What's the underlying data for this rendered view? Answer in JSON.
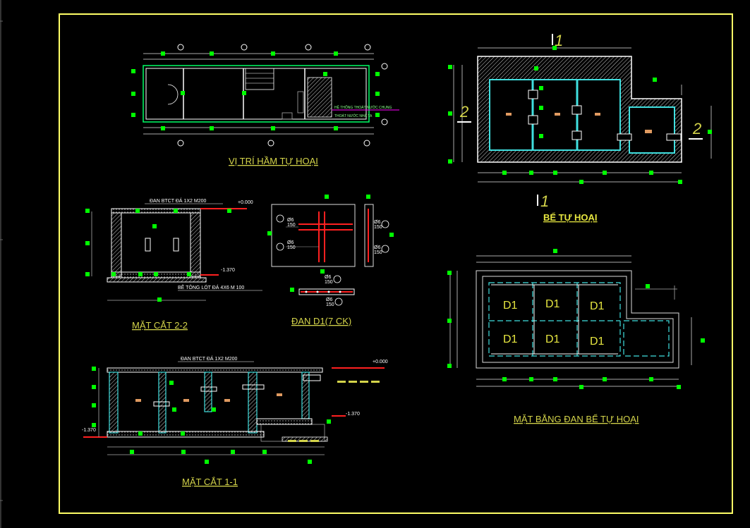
{
  "drawing": {
    "labels": {
      "vi_tri": "VỊ TRÍ HẦM TỰ HOẠI",
      "be_tu_hoai": "BỂ TỰ HOẠI",
      "mat_cat_22": "MẶT CẮT 2-2",
      "dan_d1": "ĐAN D1(7 CK)",
      "mat_cat_11": "MẶT CẮT 1-1",
      "mat_bang": "MẶT BẰNG ĐAN BỂ TỰ HOẠI"
    },
    "notes": {
      "dan_btct_top": "ĐAN BTCT ĐÁ 1X2 M200",
      "be_tong_lot": "BÊ TÔNG LÓT ĐÁ 4X6 M 100",
      "dan_btct_bottom": "ĐAN BTCT ĐÁ 1X2 M200",
      "level_000_a": "+0.000",
      "level_1370_a": "-1.370",
      "level_000_b": "+0.000",
      "level_1370_b": "-1.370",
      "level_1370_c": "-1.370",
      "plan_note_1": "HỆ THỐNG THOÁT NƯỚC CHUNG",
      "plan_note_2": "THOÁT NƯỚC NHÀ TA",
      "rebar_a": "Ø6",
      "rebar_a_sp": "150",
      "rebar_b": "Ø6",
      "rebar_b_sp": "150",
      "rebar_c": "Ø6",
      "rebar_c_sp": "150",
      "rebar_d": "Ø6",
      "rebar_d_sp": "150",
      "rebar_e": "Ø6",
      "rebar_e_sp": "150",
      "rebar_f": "Ø6",
      "rebar_f_sp": "150"
    },
    "section_marks": {
      "s1_top": "1",
      "s1_bottom": "1",
      "s2_left": "2",
      "s2_right": "2"
    },
    "slabs": [
      "D1",
      "D1",
      "D1",
      "D1",
      "D1",
      "D1"
    ],
    "colors": {
      "background": "#000000",
      "frame": "#ffff66",
      "wall": "#ffffff",
      "cyan": "#40e0e0",
      "green": "#00ff00",
      "red": "#ff2020",
      "label": "#d4d44a"
    }
  }
}
